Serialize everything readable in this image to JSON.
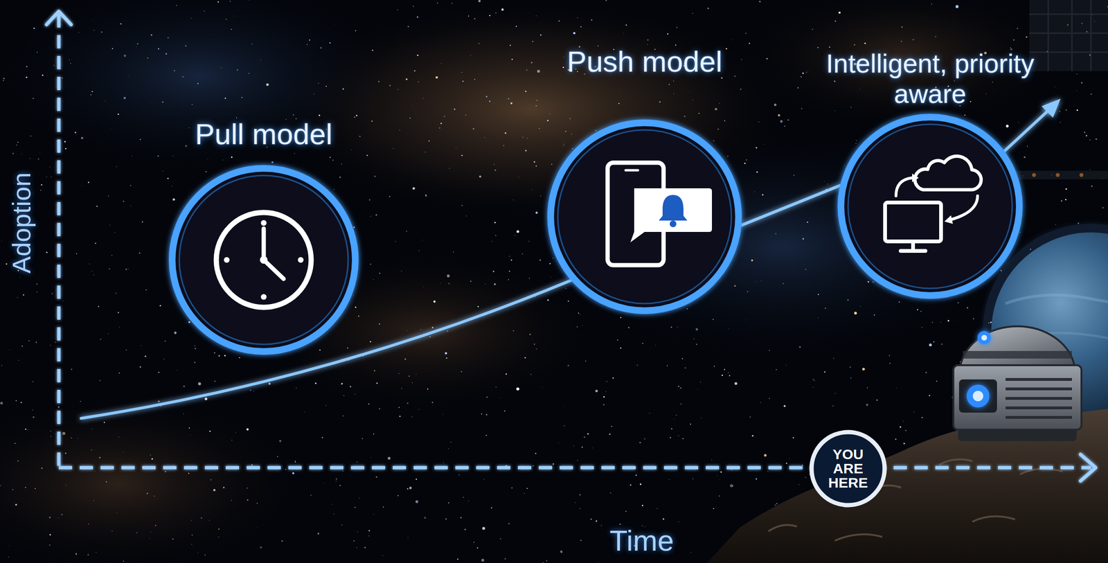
{
  "diagram": {
    "nodes": [
      {
        "text": [
          "Pull model"
        ]
      },
      {
        "text": [
          "Push model"
        ]
      },
      {
        "text": [
          "Intelligent, priority aware"
        ]
      },
      {
        "text": [
          "YOU ARE HERE"
        ]
      }
    ],
    "edges": [
      {
        "from": 1,
        "to": 2,
        "arrow": "none"
      }
    ],
    "labels": [
      "Adoption",
      "Time"
    ]
  }
}
